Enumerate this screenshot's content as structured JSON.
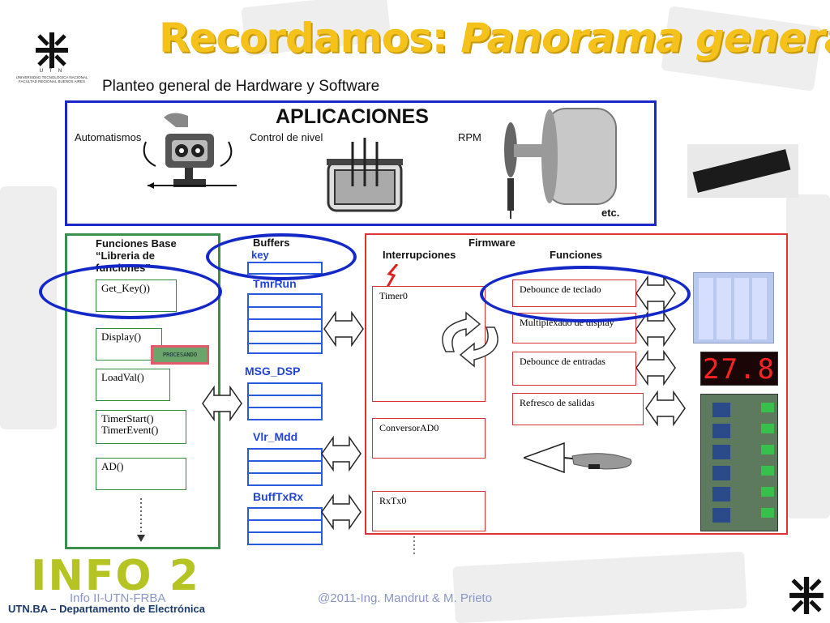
{
  "header": {
    "title_part1": "Recordamos:",
    "title_part2": "Panorama general",
    "subtitle": "Planteo general de Hardware y Software",
    "logo_caption": "UNIVERSIDAD TECNOLÓGICA NACIONAL FACULTAD REGIONAL BUENOS AIRES",
    "logo_letters": "U T N"
  },
  "applications": {
    "title": "APLICACIONES",
    "items": [
      "Automatismos",
      "Control de nivel",
      "RPM"
    ],
    "etc": "etc."
  },
  "library": {
    "title_line1": "Funciones  Base",
    "title_line2": "“Libreria de",
    "title_line3": "funciones”",
    "functions": [
      "Get_Key())",
      "Display()",
      "LoadVal()",
      "TimerStart()",
      "TimerEvent()",
      "AD()"
    ],
    "lcd_text": "PROCESANDO"
  },
  "buffers": {
    "title": "Buffers",
    "names": [
      "key",
      "TmrRun",
      "MSG_DSP",
      "Vlr_Mdd",
      "BuffTxRx"
    ]
  },
  "firmware": {
    "title": "Firmware",
    "interrupts_title": "Interrupciones",
    "functions_title": "Funciones",
    "interrupts": [
      "Timer0",
      "ConversorAD0",
      "RxTx0"
    ],
    "functions": [
      "Debounce de teclado",
      "Multiplexado de display",
      "Debounce de entradas",
      "Refresco de salidas"
    ]
  },
  "display_value": "27.8",
  "footer": {
    "logo_text": "INFO 2",
    "course": "Info II-UTN-FRBA",
    "department": "UTN.BA – Departamento de Electrónica",
    "credits": "@2011-Ing.  Mandrut & M. Prieto"
  },
  "colors": {
    "title": "#f5c21b",
    "frame_blue": "#1c27c8",
    "frame_green": "#3a8f4d",
    "frame_red": "#e03232",
    "buffer_blue": "#2a5ae0",
    "logo_green": "#b5c422"
  }
}
